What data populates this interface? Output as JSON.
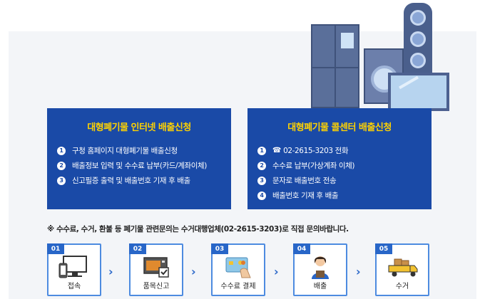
{
  "cards": {
    "internet": {
      "title": "대형폐기물 인터넷 배출신청",
      "items": [
        {
          "num": "1",
          "text": "구청 홈페이지 대형폐기물 배출신청"
        },
        {
          "num": "2",
          "text": "배출정보 입력 및 수수료 납부(카드/계좌이체)"
        },
        {
          "num": "3",
          "text": "신고필증 출력 및 배출번호 기재 후 배출"
        }
      ]
    },
    "callcenter": {
      "title": "대형폐기물 콜센터 배출신청",
      "items": [
        {
          "num": "1",
          "icon": "☎",
          "text": "02-2615-3203 전화"
        },
        {
          "num": "2",
          "text": "수수료 납부(가상계좌 이체)"
        },
        {
          "num": "3",
          "text": "문자로 배출번호 전송"
        },
        {
          "num": "4",
          "text": "배출번호 기재 후 배출"
        }
      ]
    }
  },
  "notice": "※ 수수료, 수거, 환불 등 폐기물 관련문의는 수거대행업체(02-2615-3203)로 직접 문의바랍니다.",
  "steps": [
    {
      "num": "01",
      "label": "접속",
      "icon": "computer-phone-icon"
    },
    {
      "num": "02",
      "label": "품목신고",
      "icon": "microwave-check-icon"
    },
    {
      "num": "03",
      "label": "수수료 결제",
      "icon": "card-payment-icon"
    },
    {
      "num": "04",
      "label": "배출",
      "icon": "person-icon"
    },
    {
      "num": "05",
      "label": "수거",
      "icon": "truck-icon"
    }
  ],
  "colors": {
    "card_bg": "#1a4aa7",
    "card_title": "#ffd200",
    "step_border": "#4d8be0",
    "step_num_bg": "#2866c8"
  }
}
